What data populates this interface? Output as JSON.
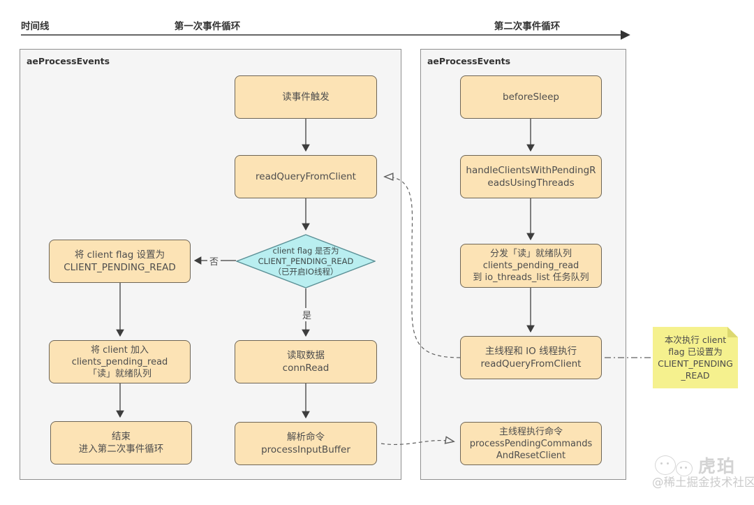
{
  "timeline": {
    "label": "时间线",
    "loop1_label": "第一次事件循环",
    "loop2_label": "第二次事件循环"
  },
  "panel1": {
    "title": "aeProcessEvents",
    "nodes": {
      "read_event": "读事件触发",
      "read_query": "readQueryFromClient",
      "decision": "client flag 是否为\nCLIENT_PENDING_READ\n（已开启IO线程）",
      "set_flag": "将 client flag 设置为\nCLIENT_PENDING_READ",
      "add_client": "将 client 加入\nclients_pending_read\n「读」就绪队列",
      "end": "结束\n进入第二次事件循环",
      "read_data": "读取数据\nconnRead",
      "parse_cmd": "解析命令\nprocessInputBuffer"
    },
    "edge_labels": {
      "no": "否",
      "yes": "是"
    }
  },
  "panel2": {
    "title": "aeProcessEvents",
    "nodes": {
      "before_sleep": "beforeSleep",
      "handle_clients": "handleClientsWithPendingReadsUsingThreads",
      "dispatch": "分发「读」就绪队列\nclients_pending_read\n到 io_threads_list 任务队列",
      "main_io_exec": "主线程和 IO 线程执行\nreadQueryFromClient",
      "main_exec_cmd": "主线程执行命令\nprocessPendingCommands\nAndResetClient"
    }
  },
  "note": {
    "text": "本次执行 client\nflag 已设置为\nCLIENT_PENDING\n_READ"
  },
  "watermark": {
    "name": "虎珀",
    "community": "@稀土掘金技术社区"
  },
  "colors": {
    "node_fill": "#fce3b5",
    "node_border": "#6e6555",
    "decision_fill": "#b9eef0",
    "decision_border": "#5a8f95",
    "note_fill": "#f5f18e",
    "panel_fill": "#f5f5f5",
    "line": "#4a4a4a"
  }
}
